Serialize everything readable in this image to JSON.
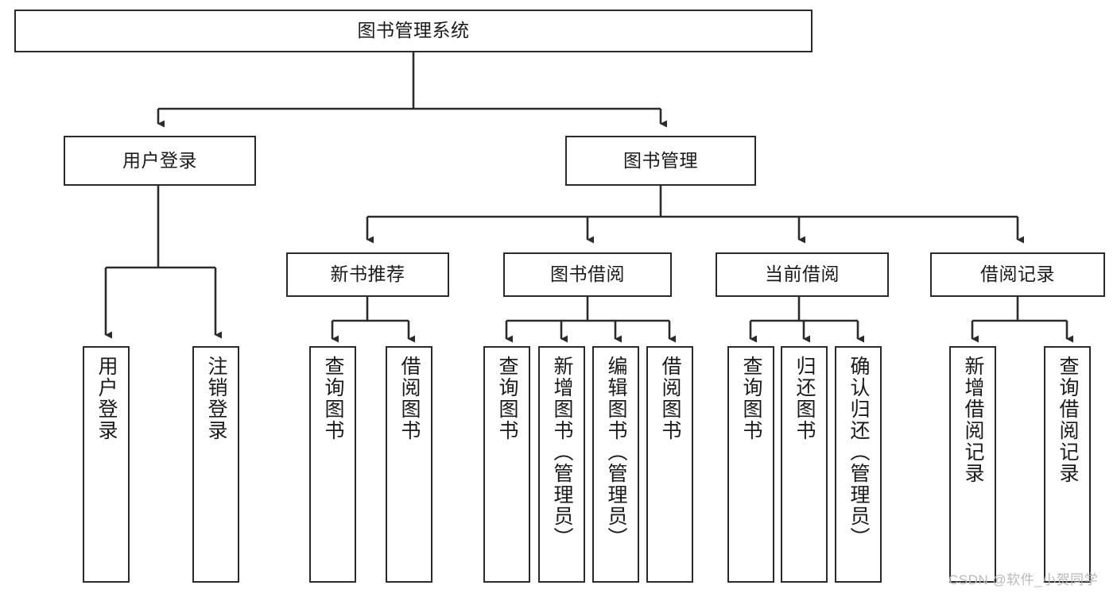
{
  "diagram": {
    "type": "tree-hierarchy-diagram",
    "title": "图书管理系统",
    "style": {
      "stroke": "#2b2b2b",
      "fill": "#ffffff",
      "text": "#1a1a1a",
      "watermark_color": "#b9b9b9"
    },
    "watermark": "CSDN @软件_小贺同学",
    "nodes": {
      "root": {
        "label": "图书管理系统",
        "level": 1,
        "orientation": "horizontal"
      },
      "user_login": {
        "label": "用户登录",
        "level": 2,
        "orientation": "horizontal"
      },
      "book_manage": {
        "label": "图书管理",
        "level": 2,
        "orientation": "horizontal"
      },
      "new_book_rec": {
        "label": "新书推荐",
        "level": 3,
        "orientation": "horizontal"
      },
      "book_borrow": {
        "label": "图书借阅",
        "level": 3,
        "orientation": "horizontal"
      },
      "current_borrow": {
        "label": "当前借阅",
        "level": 3,
        "orientation": "horizontal"
      },
      "borrow_record": {
        "label": "借阅记录",
        "level": 3,
        "orientation": "horizontal"
      },
      "leaf_user_login": {
        "label": "用户登录",
        "level": 3,
        "orientation": "vertical"
      },
      "leaf_logout": {
        "label": "注销登录",
        "level": 3,
        "orientation": "vertical"
      },
      "leaf_query_book_1": {
        "label": "查询图书",
        "level": 4,
        "orientation": "vertical"
      },
      "leaf_borrow_book_1": {
        "label": "借阅图书",
        "level": 4,
        "orientation": "vertical"
      },
      "leaf_query_book_2": {
        "label": "查询图书",
        "level": 4,
        "orientation": "vertical"
      },
      "leaf_add_book": {
        "label": "新增图书（管理员）",
        "level": 4,
        "orientation": "vertical"
      },
      "leaf_edit_book": {
        "label": "编辑图书（管理员）",
        "level": 4,
        "orientation": "vertical"
      },
      "leaf_borrow_book_2": {
        "label": "借阅图书",
        "level": 4,
        "orientation": "vertical"
      },
      "leaf_query_book_3": {
        "label": "查询图书",
        "level": 4,
        "orientation": "vertical"
      },
      "leaf_return_book": {
        "label": "归还图书",
        "level": 4,
        "orientation": "vertical"
      },
      "leaf_confirm_return": {
        "label": "确认归还（管理员）",
        "level": 4,
        "orientation": "vertical"
      },
      "leaf_add_record": {
        "label": "新增借阅记录",
        "level": 4,
        "orientation": "vertical"
      },
      "leaf_query_record": {
        "label": "查询借阅记录",
        "level": 4,
        "orientation": "vertical"
      }
    },
    "edges": [
      {
        "from": "root",
        "to": "user_login"
      },
      {
        "from": "root",
        "to": "book_manage"
      },
      {
        "from": "user_login",
        "to": "leaf_user_login"
      },
      {
        "from": "user_login",
        "to": "leaf_logout"
      },
      {
        "from": "book_manage",
        "to": "new_book_rec"
      },
      {
        "from": "book_manage",
        "to": "book_borrow"
      },
      {
        "from": "book_manage",
        "to": "current_borrow"
      },
      {
        "from": "book_manage",
        "to": "borrow_record"
      },
      {
        "from": "new_book_rec",
        "to": "leaf_query_book_1"
      },
      {
        "from": "new_book_rec",
        "to": "leaf_borrow_book_1"
      },
      {
        "from": "book_borrow",
        "to": "leaf_query_book_2"
      },
      {
        "from": "book_borrow",
        "to": "leaf_add_book"
      },
      {
        "from": "book_borrow",
        "to": "leaf_edit_book"
      },
      {
        "from": "book_borrow",
        "to": "leaf_borrow_book_2"
      },
      {
        "from": "current_borrow",
        "to": "leaf_query_book_3"
      },
      {
        "from": "current_borrow",
        "to": "leaf_return_book"
      },
      {
        "from": "current_borrow",
        "to": "leaf_confirm_return"
      },
      {
        "from": "borrow_record",
        "to": "leaf_add_record"
      },
      {
        "from": "borrow_record",
        "to": "leaf_query_record"
      }
    ]
  }
}
